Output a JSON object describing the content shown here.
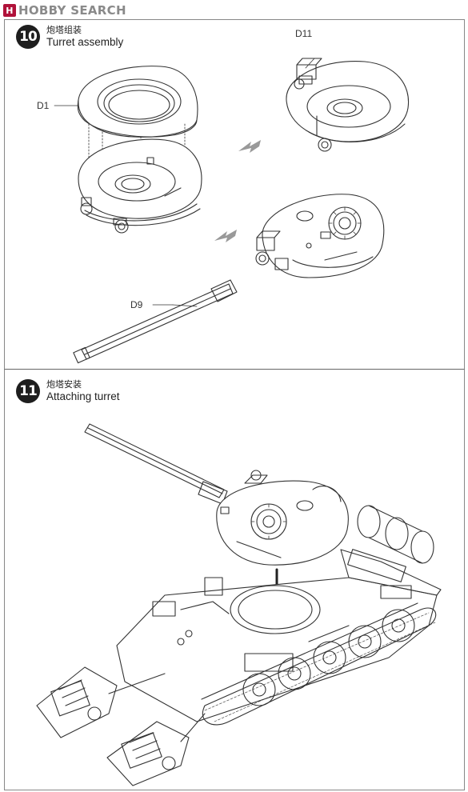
{
  "watermark": {
    "badge": "H",
    "text": "HOBBY SEARCH"
  },
  "step10": {
    "number": "10",
    "title_cn": "炮塔组装",
    "title_en": "Turret assembly",
    "parts": {
      "d1": "D1",
      "d11": "D11",
      "d9": "D9"
    }
  },
  "step11": {
    "number": "11",
    "title_cn": "炮塔安装",
    "title_en": "Attaching turret"
  },
  "colors": {
    "line": "#333333",
    "panel_border": "#888888",
    "badge": "#1e1e1e"
  }
}
